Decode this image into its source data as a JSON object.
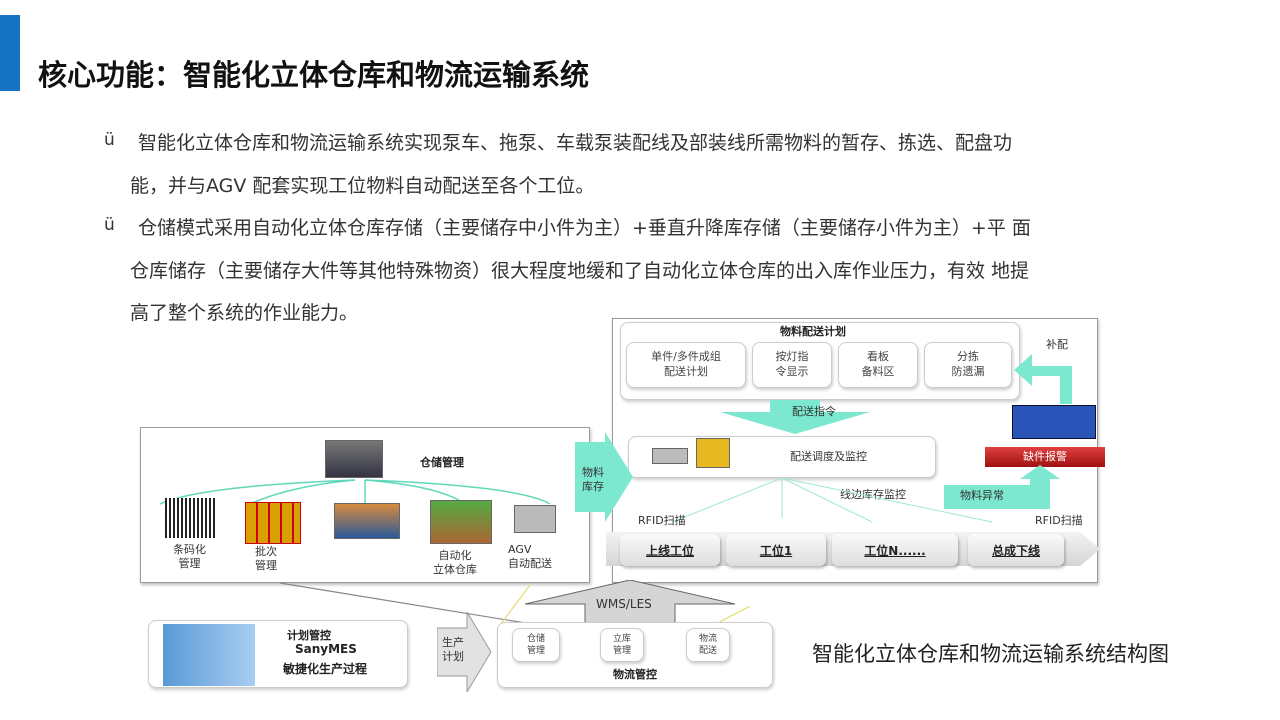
{
  "title": "核心功能：智能化立体仓库和物流运输系统",
  "bullet_marker": "ü",
  "bullets": [
    {
      "lines": [
        "智能化立体仓库和物流运输系统实现泵车、拖泵、车载泵装配线及部装线所需物料的暂存、拣选、配盘功",
        "能，并与AGV 配套实现工位物料自动配送至各个工位。"
      ]
    },
    {
      "lines": [
        "仓储模式采用自动化立体仓库存储（主要储存中小件为主）+垂直升降库存储（主要储存小件为主）+平 面",
        "仓库储存（主要储存大件等其他特殊物资）很大程度地缓和了自动化立体仓库的出入库作业压力，有效 地提",
        "高了整个系统的作业能力。"
      ]
    }
  ],
  "diagram": {
    "plan_title": "物料配送计划",
    "plan_items": [
      "单件/多件成组\n配送计划",
      "按灯指\n令显示",
      "看板\n备料区",
      "分拣\n防遗漏"
    ],
    "replenish": "补配",
    "dispatch_cmd": "配送指令",
    "dispatch_monitor": "配送调度及监控",
    "shortage_alarm": "缺件报警",
    "material_exception": "物料异常",
    "line_inventory": "线边库存监控",
    "rfid_left": "RFID扫描",
    "rfid_right": "RFID扫描",
    "stations": [
      "上线工位",
      "工位1",
      "工位N......",
      "总成下线"
    ],
    "material_stock": "物料\n库存",
    "warehouse_mgmt": "仓储管理",
    "warehouse_items": [
      "条码化\n管理",
      "批次\n管理",
      "",
      "自动化\n立体仓库",
      "AGV\n自动配送"
    ],
    "wms": "WMS/LES",
    "mes_lines": [
      "计划管控",
      "SanyMES",
      "敏捷化生产过程"
    ],
    "production_plan": "生产\n计划",
    "logistics_items": [
      "仓储\n管理",
      "立库\n管理",
      "物流\n配送"
    ],
    "logistics_title": "物流管控"
  },
  "caption": "智能化立体仓库和物流运输系统结构图"
}
